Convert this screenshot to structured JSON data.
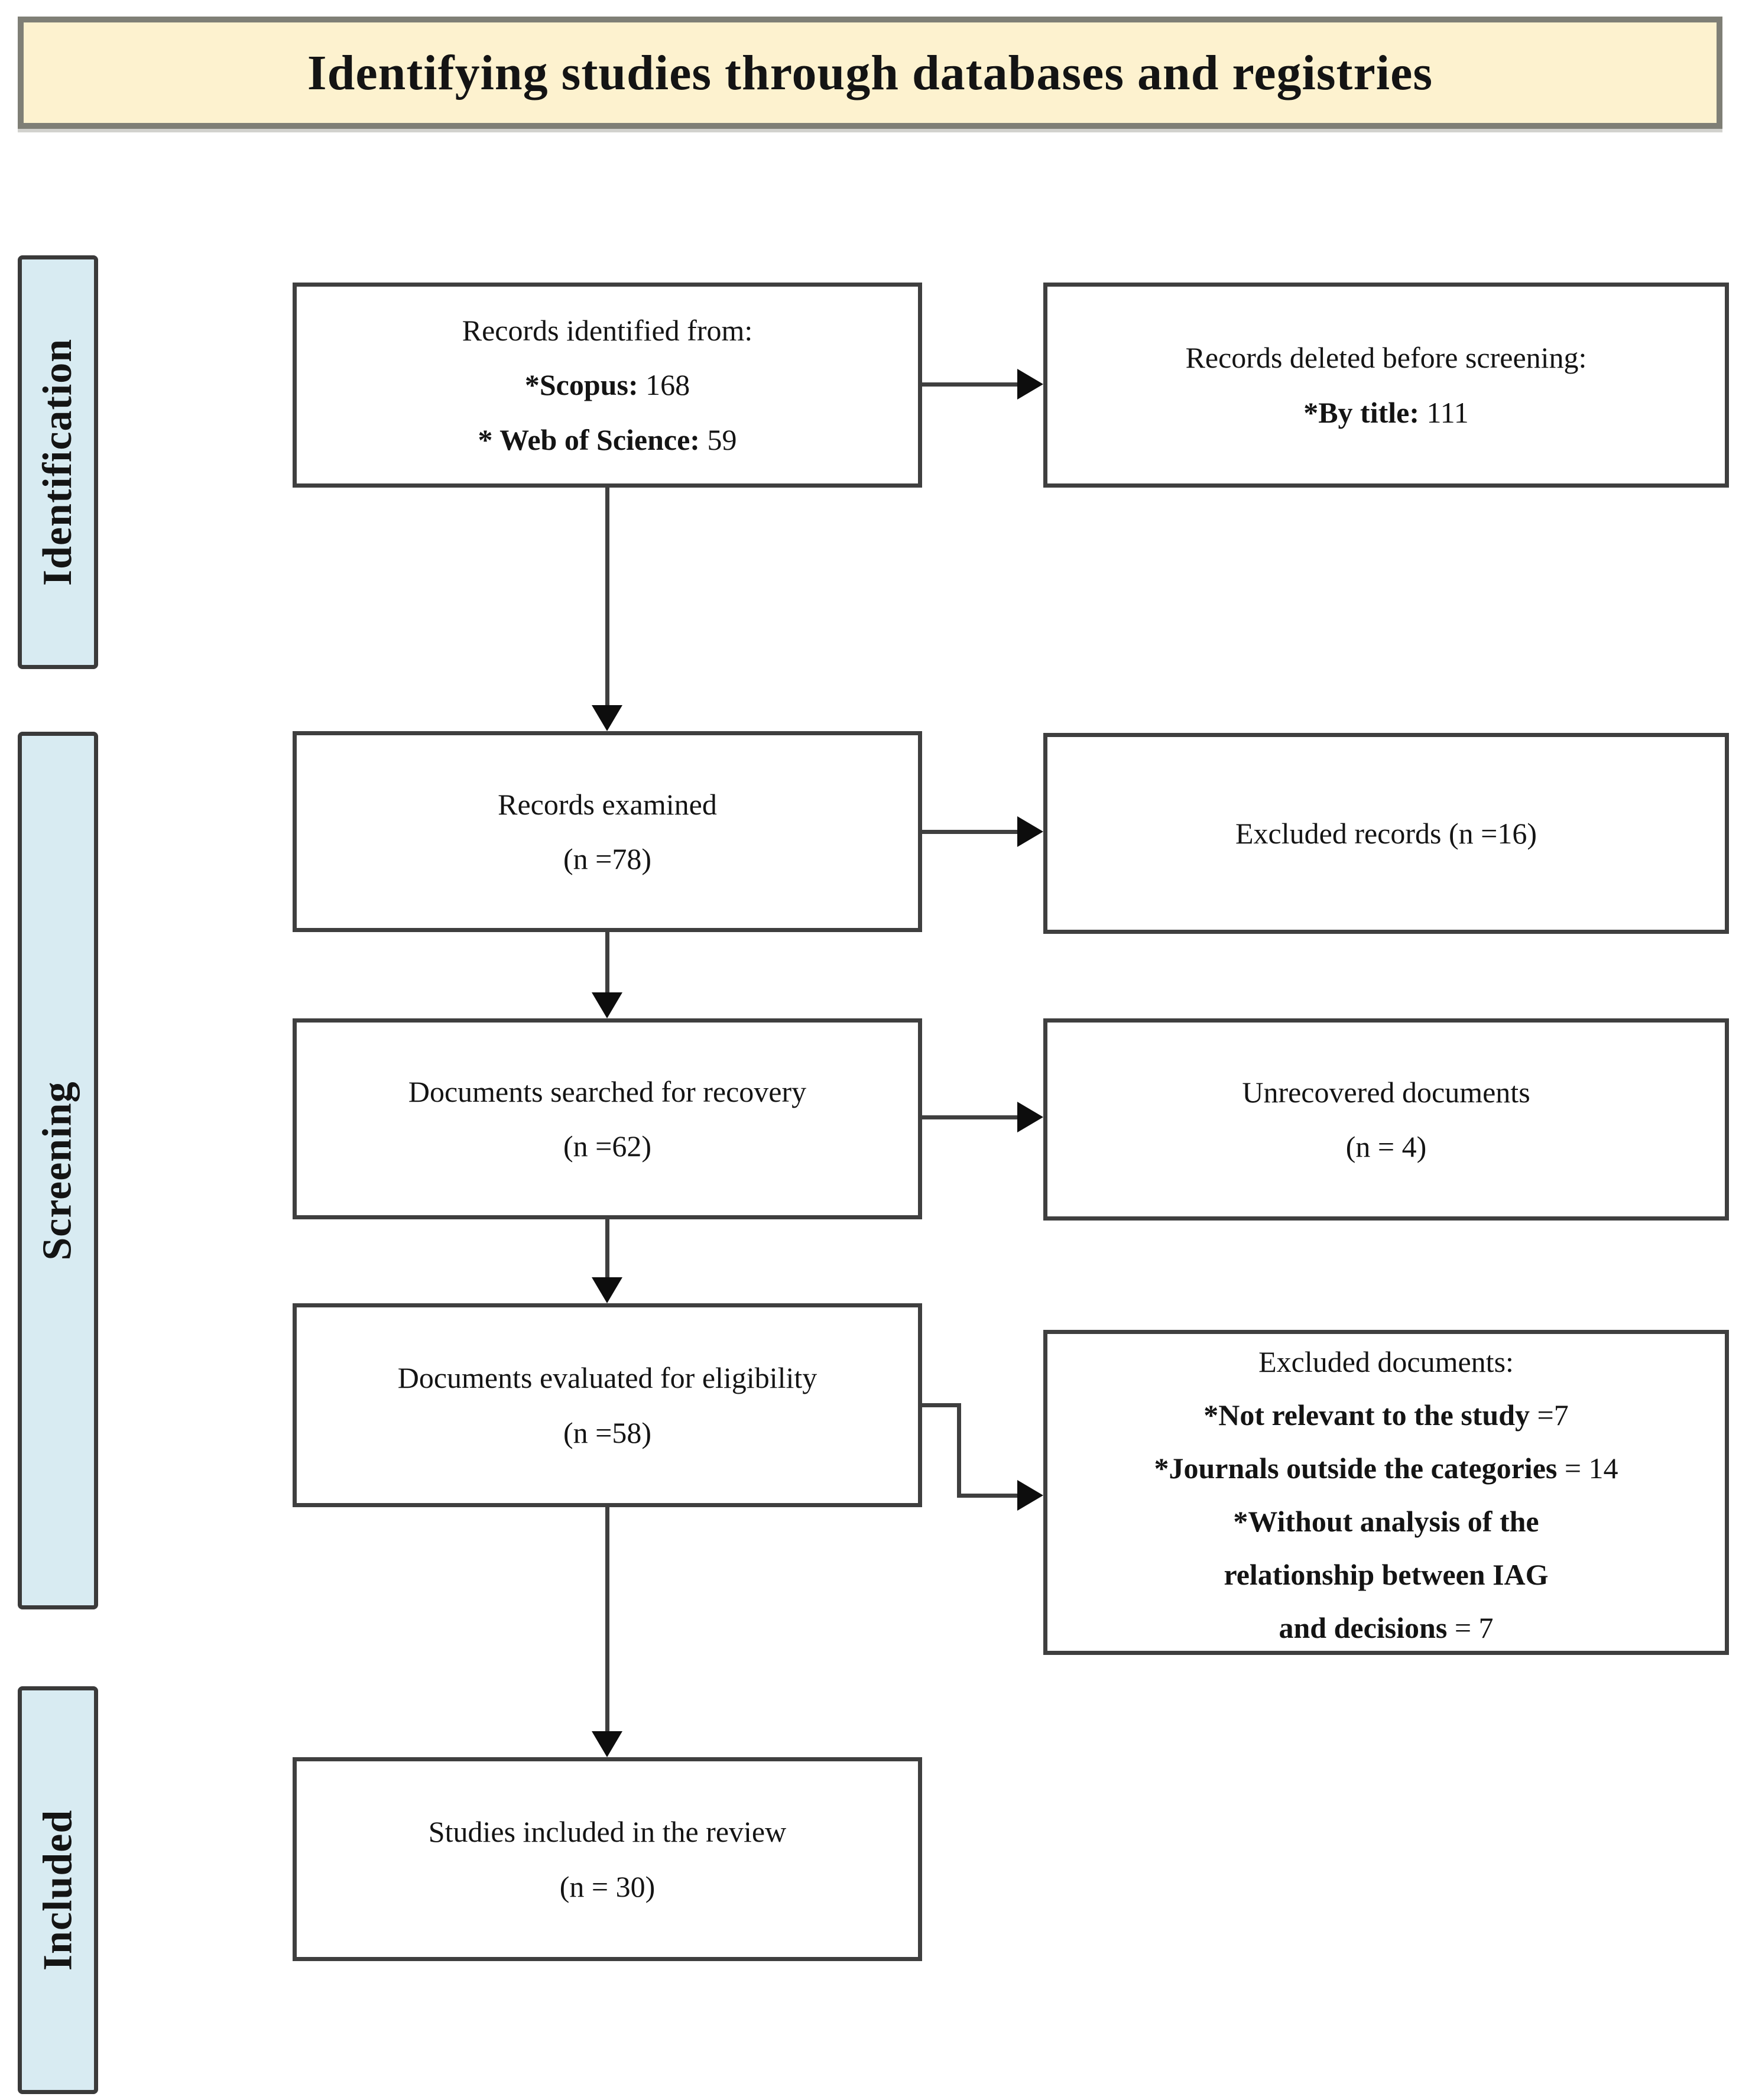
{
  "title_bar": {
    "text": "Identifying studies through databases and registries"
  },
  "stages": {
    "identification": "Identification",
    "screening": "Screening",
    "included": "Included"
  },
  "boxes": {
    "records_identified": {
      "line1": "Records identified from:",
      "scopus_label": "*Scopus:",
      "scopus_value": " 168",
      "wos_label": "* Web of Science:",
      "wos_value": " 59"
    },
    "records_deleted": {
      "line1": "Records deleted before screening:",
      "by_title_label": "*By title:",
      "by_title_value": " 111"
    },
    "records_examined": {
      "line1": "Records examined",
      "line2": "(n =78)"
    },
    "excluded_records": {
      "line1": "Excluded records (n =16)"
    },
    "documents_searched": {
      "line1": "Documents searched for recovery",
      "line2": "(n =62)"
    },
    "unrecovered_documents": {
      "line1": "Unrecovered documents",
      "line2": "(n = 4)"
    },
    "documents_evaluated": {
      "line1": "Documents evaluated for eligibility",
      "line2": "(n =58)"
    },
    "excluded_documents": {
      "line1": "Excluded documents:",
      "item1_label": "*Not relevant to the study",
      "item1_value": " =7",
      "item2_label": "*Journals outside the categories",
      "item2_value": " = 14",
      "item3_line1": "*Without analysis of the",
      "item3_line2": "relationship between IAG",
      "item3_label3": "and decisions",
      "item3_value": " = 7"
    },
    "studies_included": {
      "line1": "Studies included in the review",
      "line2": "(n = 30)"
    }
  },
  "colors": {
    "title_bg": "#FDF2CF",
    "title_border": "#7F7F76",
    "stage_bg": "#D8EBF2",
    "box_border": "#3F3F3F",
    "arrow": "#3F3F3F",
    "text": "#141414"
  }
}
